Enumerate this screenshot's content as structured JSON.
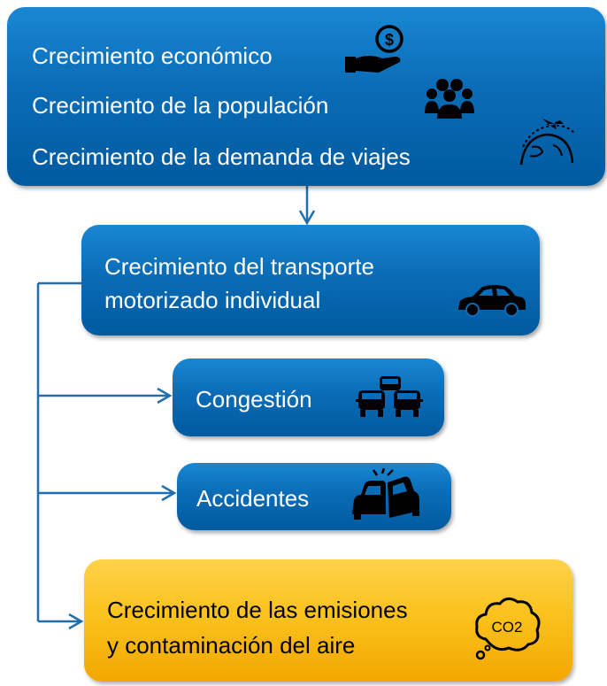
{
  "top_box": {
    "line1": "Crecimiento económico",
    "line2": "Crecimiento de la populación",
    "line3": "Crecimiento de la demanda de viajes",
    "icons": [
      "money-hand-icon",
      "people-group-icon",
      "globe-airplane-icon"
    ]
  },
  "transport_box": {
    "line1": "Crecimiento del transporte",
    "line2": "motorizado individual",
    "icon": "car-icon"
  },
  "congestion_box": {
    "label": "Congestión",
    "icon": "traffic-jam-icon"
  },
  "accidents_box": {
    "label": "Accidentes",
    "icon": "car-crash-icon"
  },
  "emissions_box": {
    "line1": "Crecimiento de las emisiones",
    "line2": "y contaminación del aire",
    "icon": "co2-cloud-icon",
    "icon_text": "CO2"
  },
  "colors": {
    "blue": "#0a6cb6",
    "gold": "#fbc21d",
    "connector": "#1f6fb0"
  }
}
